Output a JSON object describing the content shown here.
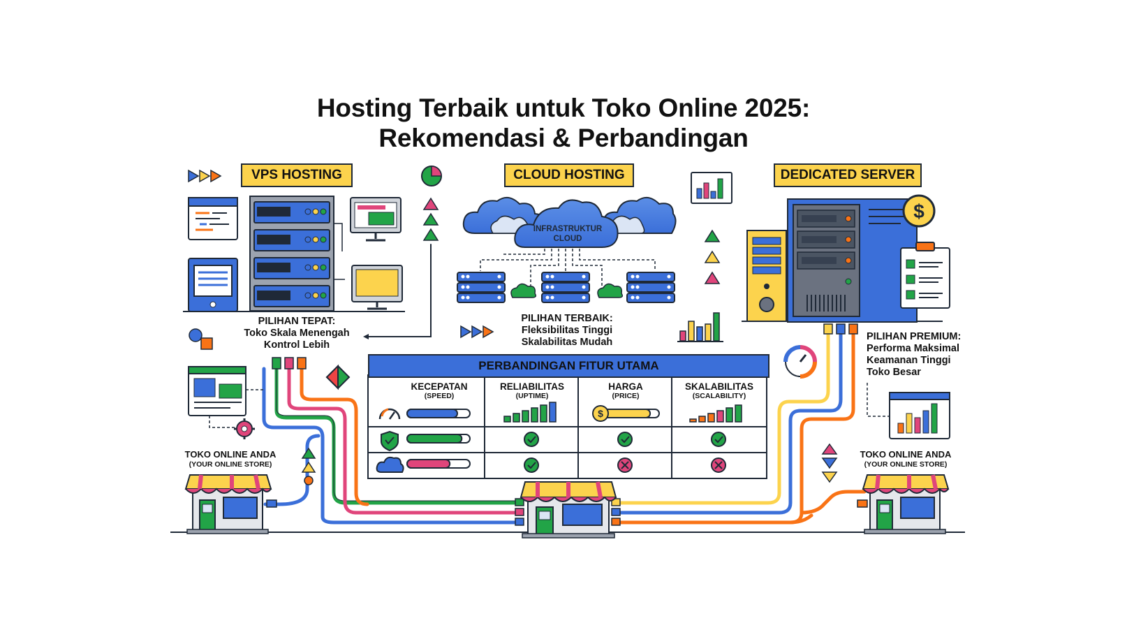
{
  "title": {
    "line1": "Hosting Terbaik untuk Toko Online 2025:",
    "line2": "Rekomendasi & Perbandingan"
  },
  "sections": {
    "vps": {
      "label": "VPS HOSTING",
      "caption": [
        "PILIHAN TEPAT:",
        "Toko Skala Menengah",
        "Kontrol Lebih"
      ]
    },
    "cloud": {
      "label": "CLOUD HOSTING",
      "infra": [
        "INFRASTRUKTUR",
        "CLOUD"
      ],
      "caption": [
        "PILIHAN TERBAIK:",
        "Fleksibilitas Tinggi",
        "Skalabilitas Mudah"
      ]
    },
    "dedicated": {
      "label": "DEDICATED SERVER",
      "caption": [
        "PILIHAN PREMIUM:",
        "Performa Maksimal",
        "Keamanan Tinggi",
        "Toko Besar"
      ]
    }
  },
  "stores": {
    "left": {
      "title": "TOKO ONLINE ANDA",
      "subtitle": "(YOUR ONLINE STORE)"
    },
    "right": {
      "title": "TOKO ONLINE ANDA",
      "subtitle": "(YOUR ONLINE STORE)"
    }
  },
  "comparison": {
    "title": "PERBANDINGAN FITUR UTAMA",
    "columns": [
      {
        "name": "KECEPATAN",
        "sub": "(SPEED)"
      },
      {
        "name": "RELIABILITAS",
        "sub": "(UPTIME)"
      },
      {
        "name": "HARGA",
        "sub": "(PRICE)"
      },
      {
        "name": "SKALABILITAS",
        "sub": "(SCALABILITY)"
      }
    ],
    "rows": [
      {
        "icon": "speedometer-icon",
        "bar_color": "#3b6fd9",
        "bar_level": 0.8,
        "reliability": "bars",
        "price": "price-bar",
        "scalability": "bars"
      },
      {
        "icon": "shield-icon",
        "bar_color": "#22a447",
        "bar_level": 0.87,
        "reliability": "check",
        "price": "check",
        "scalability": "check"
      },
      {
        "icon": "cloud-icon",
        "bar_color": "#e0457b",
        "bar_level": 0.68,
        "reliability": "check",
        "price": "cross",
        "scalability": "cross"
      }
    ],
    "price_bar_level": 0.85
  },
  "colors": {
    "accent_yellow": "#fcd34d",
    "blue": "#3b6fd9",
    "green": "#22a447",
    "pink": "#e0457b",
    "orange": "#f97316",
    "red": "#ef4444",
    "outline": "#1f2937"
  }
}
